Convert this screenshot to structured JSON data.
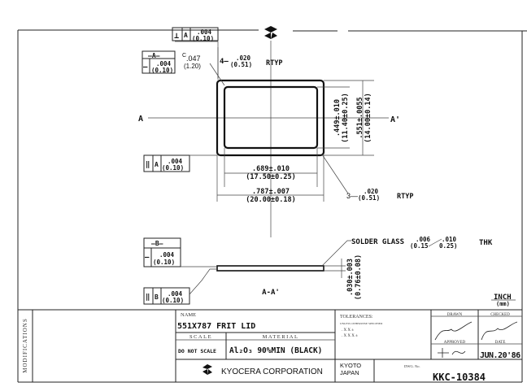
{
  "drawing": {
    "gdt_perp": {
      "symbol": "⊥",
      "datum": "A",
      "value": ".004",
      "mm": "(0.10)"
    },
    "datum_a": {
      "label": "—A—",
      "flat_symbol": "—",
      "value": ".004",
      "mm": "(0.10)"
    },
    "chamfer": {
      "prefix": "C",
      "value": ".047",
      "mm": "(1.20)"
    },
    "corner_radius_top": {
      "prefix": "4—",
      "value": ".020",
      "mm": "(0.51)",
      "suffix": "RTYP"
    },
    "gdt_parallel_a": {
      "symbol": "‖",
      "datum": "A",
      "value": ".004",
      "mm": "(0.10)"
    },
    "section_left": "A",
    "section_right": "A'",
    "dim_inner_width": {
      "value": ".689±.010",
      "mm": "(17.50±0.25)"
    },
    "dim_outer_width": {
      "value": ".787±.007",
      "mm": "(20.00±0.18)"
    },
    "dim_inner_height": {
      "value": ".449±.010",
      "mm": "(11.40±0.25)"
    },
    "dim_outer_height": {
      "value": ".551±.0055",
      "mm": "(14.00±0.14)"
    },
    "corner_radius_bottom": {
      "prefix": "3—",
      "value": ".020",
      "mm": "(0.51)",
      "suffix": "RTYP"
    },
    "datum_b": {
      "label": "—B—",
      "flat_symbol": "—",
      "value": ".004",
      "mm": "(0.10)"
    },
    "gdt_parallel_b": {
      "symbol": "‖",
      "datum": "B",
      "value": ".004",
      "mm": "(0.10)"
    },
    "section_label": "A-A'",
    "solder_glass": {
      "label": "SOLDER GLASS",
      "min": ".006",
      "min_mm": "(0.15",
      "max": ".010",
      "max_mm": "0.25)",
      "suffix": "THK"
    },
    "dim_thickness": {
      "value": ".030±.003",
      "mm": "(0.76±0.08)"
    },
    "units": {
      "primary": "INCH",
      "secondary": "(mm)"
    }
  },
  "title_block": {
    "modifications": "MODIFICATIONS",
    "name_label": "NAME",
    "name_value": "551X787 FRIT LID",
    "scale_label": "SCALE",
    "scale_value": "DO NOT SCALE",
    "material_label": "MATERIAL",
    "material_value": "Al₂O₃ 90%MIN (BLACK)",
    "company": "KYOCERA CORPORATION",
    "tolerances_label": "TOLERANCES:",
    "tolerances_note": "UNLESS OTHERWISE SPECIFIED",
    "tol_xx": ". X X    ±",
    "tol_xxx": ". X X X   ±",
    "drawn_label": "DRAWN",
    "checked_label": "CHECKED",
    "approved_label": "APPROVED",
    "date_label": "DATE",
    "date_value": "JUN.20'86",
    "location_1": "KYOTO",
    "location_2": "JAPAN",
    "dwg_no_label": "DWG. No.",
    "dwg_no_value": "KKC-10384"
  }
}
